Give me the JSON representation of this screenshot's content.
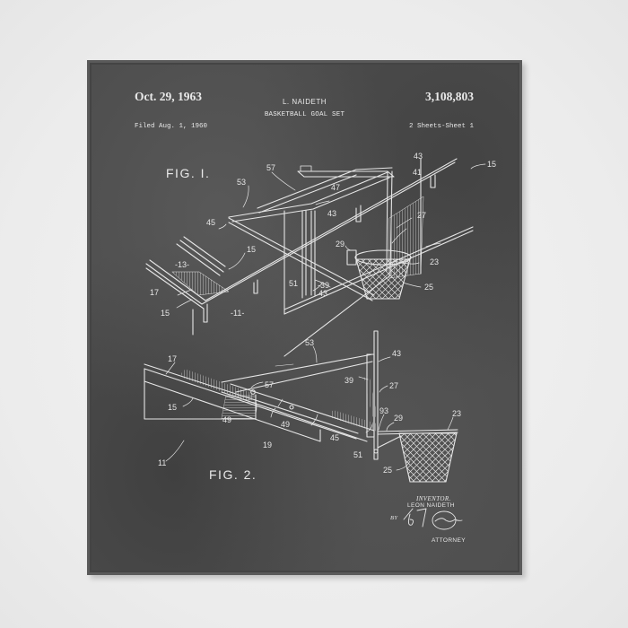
{
  "artwork": {
    "type": "patent blueprint print",
    "background_color": "#efefef",
    "panel_color": "#4d4d4d",
    "ink_color": "#e8e8e8"
  },
  "header": {
    "date": "Oct. 29, 1963",
    "inventor_short": "L. NAIDETH",
    "patent_number": "3,108,803",
    "title": "BASKETBALL GOAL SET",
    "filed": "Filed Aug. 1, 1960",
    "sheets": "2 Sheets-Sheet 1"
  },
  "figures": {
    "fig1": {
      "label": "FIG. I.",
      "callouts": [
        "57",
        "43",
        "41",
        "15",
        "53",
        "47",
        "45",
        "43",
        "27",
        "15",
        "29",
        "23",
        "-13-",
        "17",
        "51",
        "-39",
        "25",
        "43",
        "15",
        "-11-"
      ]
    },
    "fig2": {
      "label": "FIG. 2.",
      "callouts": [
        "53",
        "43",
        "17",
        "39",
        "27",
        "57",
        "15",
        "93",
        "29",
        "23",
        "49",
        "49",
        "19",
        "45",
        "51",
        "11",
        "25"
      ]
    }
  },
  "signature_block": {
    "inventor_heading": "INVENTOR.",
    "inventor_name": "LEON NAIDETH",
    "by": "BY",
    "role": "ATTORNEY"
  }
}
